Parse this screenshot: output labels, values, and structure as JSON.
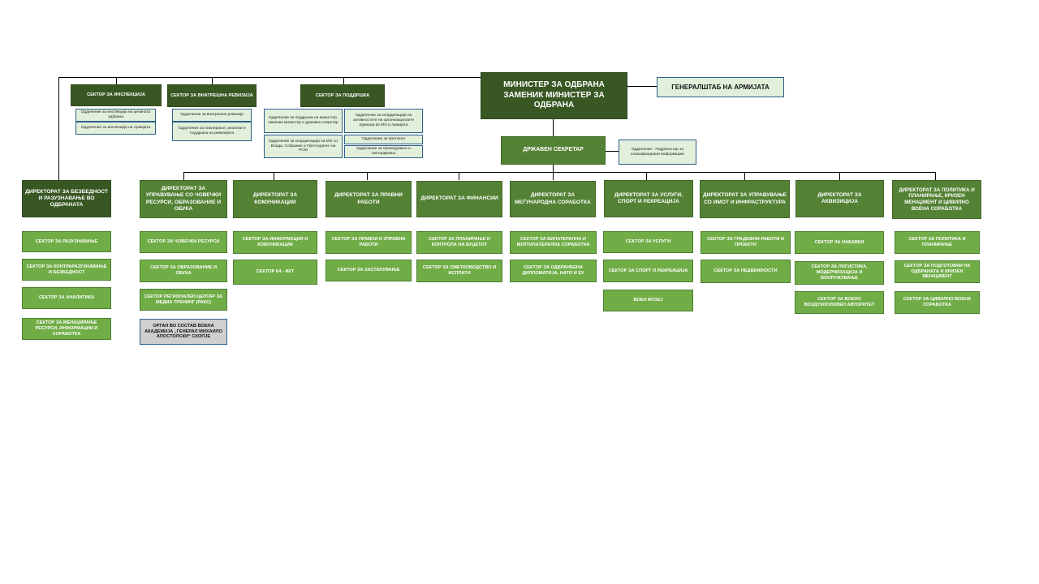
{
  "minister": {
    "line1": "МИНИСТЕР ЗА ОДБРАНА",
    "line2": "ЗАМЕНИК МИНИСТЕР ЗА ОДБРАНА"
  },
  "general_staff": "ГЕНЕРАЛШТАБ НА АРМИЈАТА",
  "state_secretary": "ДРЖАВЕН СЕКРЕТАР",
  "classified_unit": "Одделение - Подрегистар за класифицирани информации",
  "top_sectors": [
    {
      "name": "СЕКТОР ЗА ИНСПЕКЦИЈА",
      "units": [
        "Одделение за инспекција на целината одбрана",
        "Одделение за инспекција на Армијата"
      ]
    },
    {
      "name": "СЕКТОР ЗА ВНАТРЕШНА РЕВИЗИЈА",
      "units": [
        "Одделение за внатрешна ревизија",
        "Одделение за планирање, анализи и поддршка на ревизијата"
      ]
    },
    {
      "name": "СЕКТОР ЗА ПОДДРШКА",
      "units": [
        "Одделение за поддршка на министер, заменик министер и државен секретар",
        "Одделение за координација на МО со Влада, Собрание и Претседател на РСМ",
        "Одделение за координација на активностите на организациските единици во МО и Армијата",
        "Одделение за протокол",
        "Одделение за преведување и лекторирање"
      ]
    }
  ],
  "directorates": [
    {
      "name": "ДИРЕКТОРАТ ЗА БЕЗБЕДНОСТ И РАЗУЗНАВАЊЕ ВО ОДБРАНАТА",
      "sectors": [
        "СЕКТОР ЗА РАЗУЗНАВАЊЕ",
        "СЕКТОР ЗА КОНТРАРАЗУЗНАВАЊЕ И БЕЗБЕДНОСТ",
        "СЕКТОР ЗА АНАЛИТИКА",
        "СЕКТОР ЗА МЕНАЏИРАЊЕ РЕСУРСИ, ИНФОРМАЦИИ И СОРАБОТКА"
      ]
    },
    {
      "name": "ДИРЕКТОРАТ ЗА УПРАВУВАЊЕ СО ЧОВЕЧКИ РЕСУРСИ, ОБРАЗОВАНИЕ И ОБУКА",
      "sectors": [
        "СЕКТОР ЗА ЧОВЕЧКИ РЕСУРСИ",
        "СЕКТОР ЗА ОБРАЗОВАНИЕ И ОБУКА",
        "СЕКТОР РЕГИОНАЛЕН ЦЕНТАР ЗА МЕДИА ТРЕНИНГ (РАКС)"
      ],
      "body": "ОРГАН ВО СОСТАВ ВОЕНА АКАДЕМИЈА „ГЕНЕРАЛ МИХАИЛО АПОСТОЛСКИ“ СКОПЈЕ"
    },
    {
      "name": "ДИРЕКТОРАТ ЗА КОМУНИКАЦИИ",
      "sectors": [
        "СЕКТОР ЗА ИНФОРМАЦИИ И КОМУНИКАЦИИ",
        "СЕКТОР К4 - ИКТ"
      ]
    },
    {
      "name": "ДИРЕКТОРАТ ЗА ПРАВНИ РАБОТИ",
      "sectors": [
        "СЕКТОР ЗА ПРАВНИ И УПРАВНИ РАБОТИ",
        "СЕКТОР ЗА ЗАСТАПУВАЊЕ"
      ]
    },
    {
      "name": "ДИРЕКТОРАТ ЗА ФИНАНСИИ",
      "sectors": [
        "СЕКТОР ЗА ПЛАНИРАЊЕ И КОНТРОЛА НА БУЏЕТОТ",
        "СЕКТОР ЗА СМЕТКОВОДСТВО И ИСПЛАТИ"
      ]
    },
    {
      "name": "ДИРЕКТОРАТ ЗА МЕЃУНАРОДНА СОРАБОТКА",
      "sectors": [
        "СЕКТОР ЗА БИЛАТЕРАЛНА И МУЛТИЛАТЕРАЛНА СОРАБОТКА",
        "СЕКТОР ЗА ОДБРАНБЕНА ДИПЛОМАТИЈА, НАТО И ЕУ"
      ]
    },
    {
      "name": "ДИРЕКТОРАТ ЗА УСЛУГИ, СПОРТ И РЕКРЕАЦИЈА",
      "sectors": [
        "СЕКТОР ЗА УСЛУГИ",
        "СЕКТОР ЗА СПОРТ И РЕКРЕАЦИЈА",
        "ВОЕН МУЗЕЈ"
      ]
    },
    {
      "name": "ДИРЕКТОРАТ ЗА УПРАВУВАЊЕ СО ИМОТ И ИНФРАСТРУКТУРА",
      "sectors": [
        "СЕКТОР ЗА ГРАДЕЖНИ РАБОТИ И ПРОЕКТИ",
        "СЕКТОР ЗА НЕДВИЖНОСТИ"
      ]
    },
    {
      "name": "ДИРЕКТОРАТ ЗА АКВИЗИЦИЈА",
      "sectors": [
        "СЕКТОР ЗА НАБАВКИ",
        "СЕКТОР ЗА ЛОГИСТИКА, МОДЕРНИЗАЦИЈА И ВООРУЖУВАЊЕ",
        "СЕКТОР ЗА ВОЕНО ВОЗДУХОПЛОВЕН АВТОРИТЕТ"
      ]
    },
    {
      "name": "ДИРЕКТОРАТ ЗА ПОЛИТИКА И ПЛАНИРАЊЕ, КРИЗЕН МЕНАЏМЕНТ И ЦИВИЛНО ВОЕНА СОРАБОТКА",
      "sectors": [
        "СЕКТОР ЗА ПОЛИТИКА И ПЛАНИРАЊЕ",
        "СЕКТОР ЗА ПОДГОТОВКИ НА ОДБРАНАТА И КРИЗЕН МЕНАЏМЕНТ",
        "СЕКТОР ЗА ЦИВИЛНО ВОЕНА СОРАБОТКА"
      ]
    }
  ]
}
